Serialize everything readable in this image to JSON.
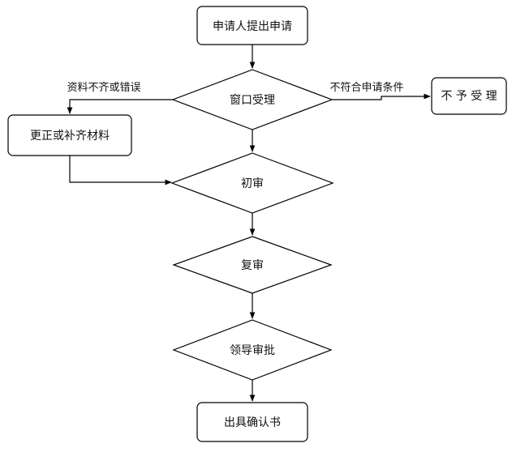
{
  "nodes": {
    "apply": "申请人提出申请",
    "accept": "窗口受理",
    "reject": "不 予 受 理",
    "correct": "更正或补齐材料",
    "first_review": "初审",
    "second_review": "复审",
    "approve": "领导审批",
    "issue": "出具确认书"
  },
  "edges": {
    "not_eligible": "不符合申请条件",
    "incomplete": "资料不齐或错误"
  }
}
